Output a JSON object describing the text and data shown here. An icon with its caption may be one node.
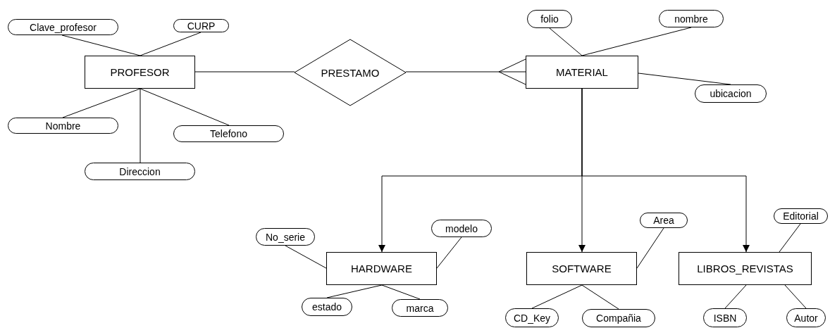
{
  "diagram": {
    "nodes": [
      {
        "text": [
          "PROFESOR"
        ]
      },
      {
        "text": [
          "Clave_profesor"
        ]
      },
      {
        "text": [
          "CURP"
        ]
      },
      {
        "text": [
          "Nombre"
        ]
      },
      {
        "text": [
          "Telefono"
        ]
      },
      {
        "text": [
          "Direccion"
        ]
      },
      {
        "text": [
          "PRESTAMO"
        ]
      },
      {
        "text": [
          "MATERIAL"
        ]
      },
      {
        "text": [
          "folio"
        ]
      },
      {
        "text": [
          "nombre"
        ]
      },
      {
        "text": [
          "ubicacion"
        ]
      },
      {
        "text": [
          "HARDWARE"
        ]
      },
      {
        "text": [
          "No_serie"
        ]
      },
      {
        "text": [
          "modelo"
        ]
      },
      {
        "text": [
          "estado"
        ]
      },
      {
        "text": [
          "marca"
        ]
      },
      {
        "text": [
          "SOFTWARE"
        ]
      },
      {
        "text": [
          "Area"
        ]
      },
      {
        "text": [
          "CD_Key"
        ]
      },
      {
        "text": [
          "Compañia"
        ]
      },
      {
        "text": [
          "LIBROS_REVISTAS"
        ]
      },
      {
        "text": [
          "Editorial"
        ]
      },
      {
        "text": [
          "ISBN"
        ]
      },
      {
        "text": [
          "Autor"
        ]
      }
    ],
    "edges": [
      {
        "from": 1,
        "to": 0,
        "arrow": "none"
      },
      {
        "from": 2,
        "to": 0,
        "arrow": "none"
      },
      {
        "from": 3,
        "to": 0,
        "arrow": "none"
      },
      {
        "from": 4,
        "to": 0,
        "arrow": "none"
      },
      {
        "from": 5,
        "to": 0,
        "arrow": "none"
      },
      {
        "from": 0,
        "to": 6,
        "arrow": "none"
      },
      {
        "from": 6,
        "to": 7,
        "arrow": "other"
      },
      {
        "from": 8,
        "to": 7,
        "arrow": "none"
      },
      {
        "from": 9,
        "to": 7,
        "arrow": "none"
      },
      {
        "from": 10,
        "to": 7,
        "arrow": "none"
      },
      {
        "from": 7,
        "to": 11,
        "arrow": "to"
      },
      {
        "from": 7,
        "to": 16,
        "arrow": "to"
      },
      {
        "from": 7,
        "to": 20,
        "arrow": "to"
      },
      {
        "from": 12,
        "to": 11,
        "arrow": "none"
      },
      {
        "from": 13,
        "to": 11,
        "arrow": "none"
      },
      {
        "from": 14,
        "to": 11,
        "arrow": "none"
      },
      {
        "from": 15,
        "to": 11,
        "arrow": "none"
      },
      {
        "from": 17,
        "to": 16,
        "arrow": "none"
      },
      {
        "from": 18,
        "to": 16,
        "arrow": "none"
      },
      {
        "from": 19,
        "to": 16,
        "arrow": "none"
      },
      {
        "from": 21,
        "to": 20,
        "arrow": "none"
      },
      {
        "from": 22,
        "to": 20,
        "arrow": "none"
      },
      {
        "from": 23,
        "to": 20,
        "arrow": "none"
      }
    ]
  }
}
